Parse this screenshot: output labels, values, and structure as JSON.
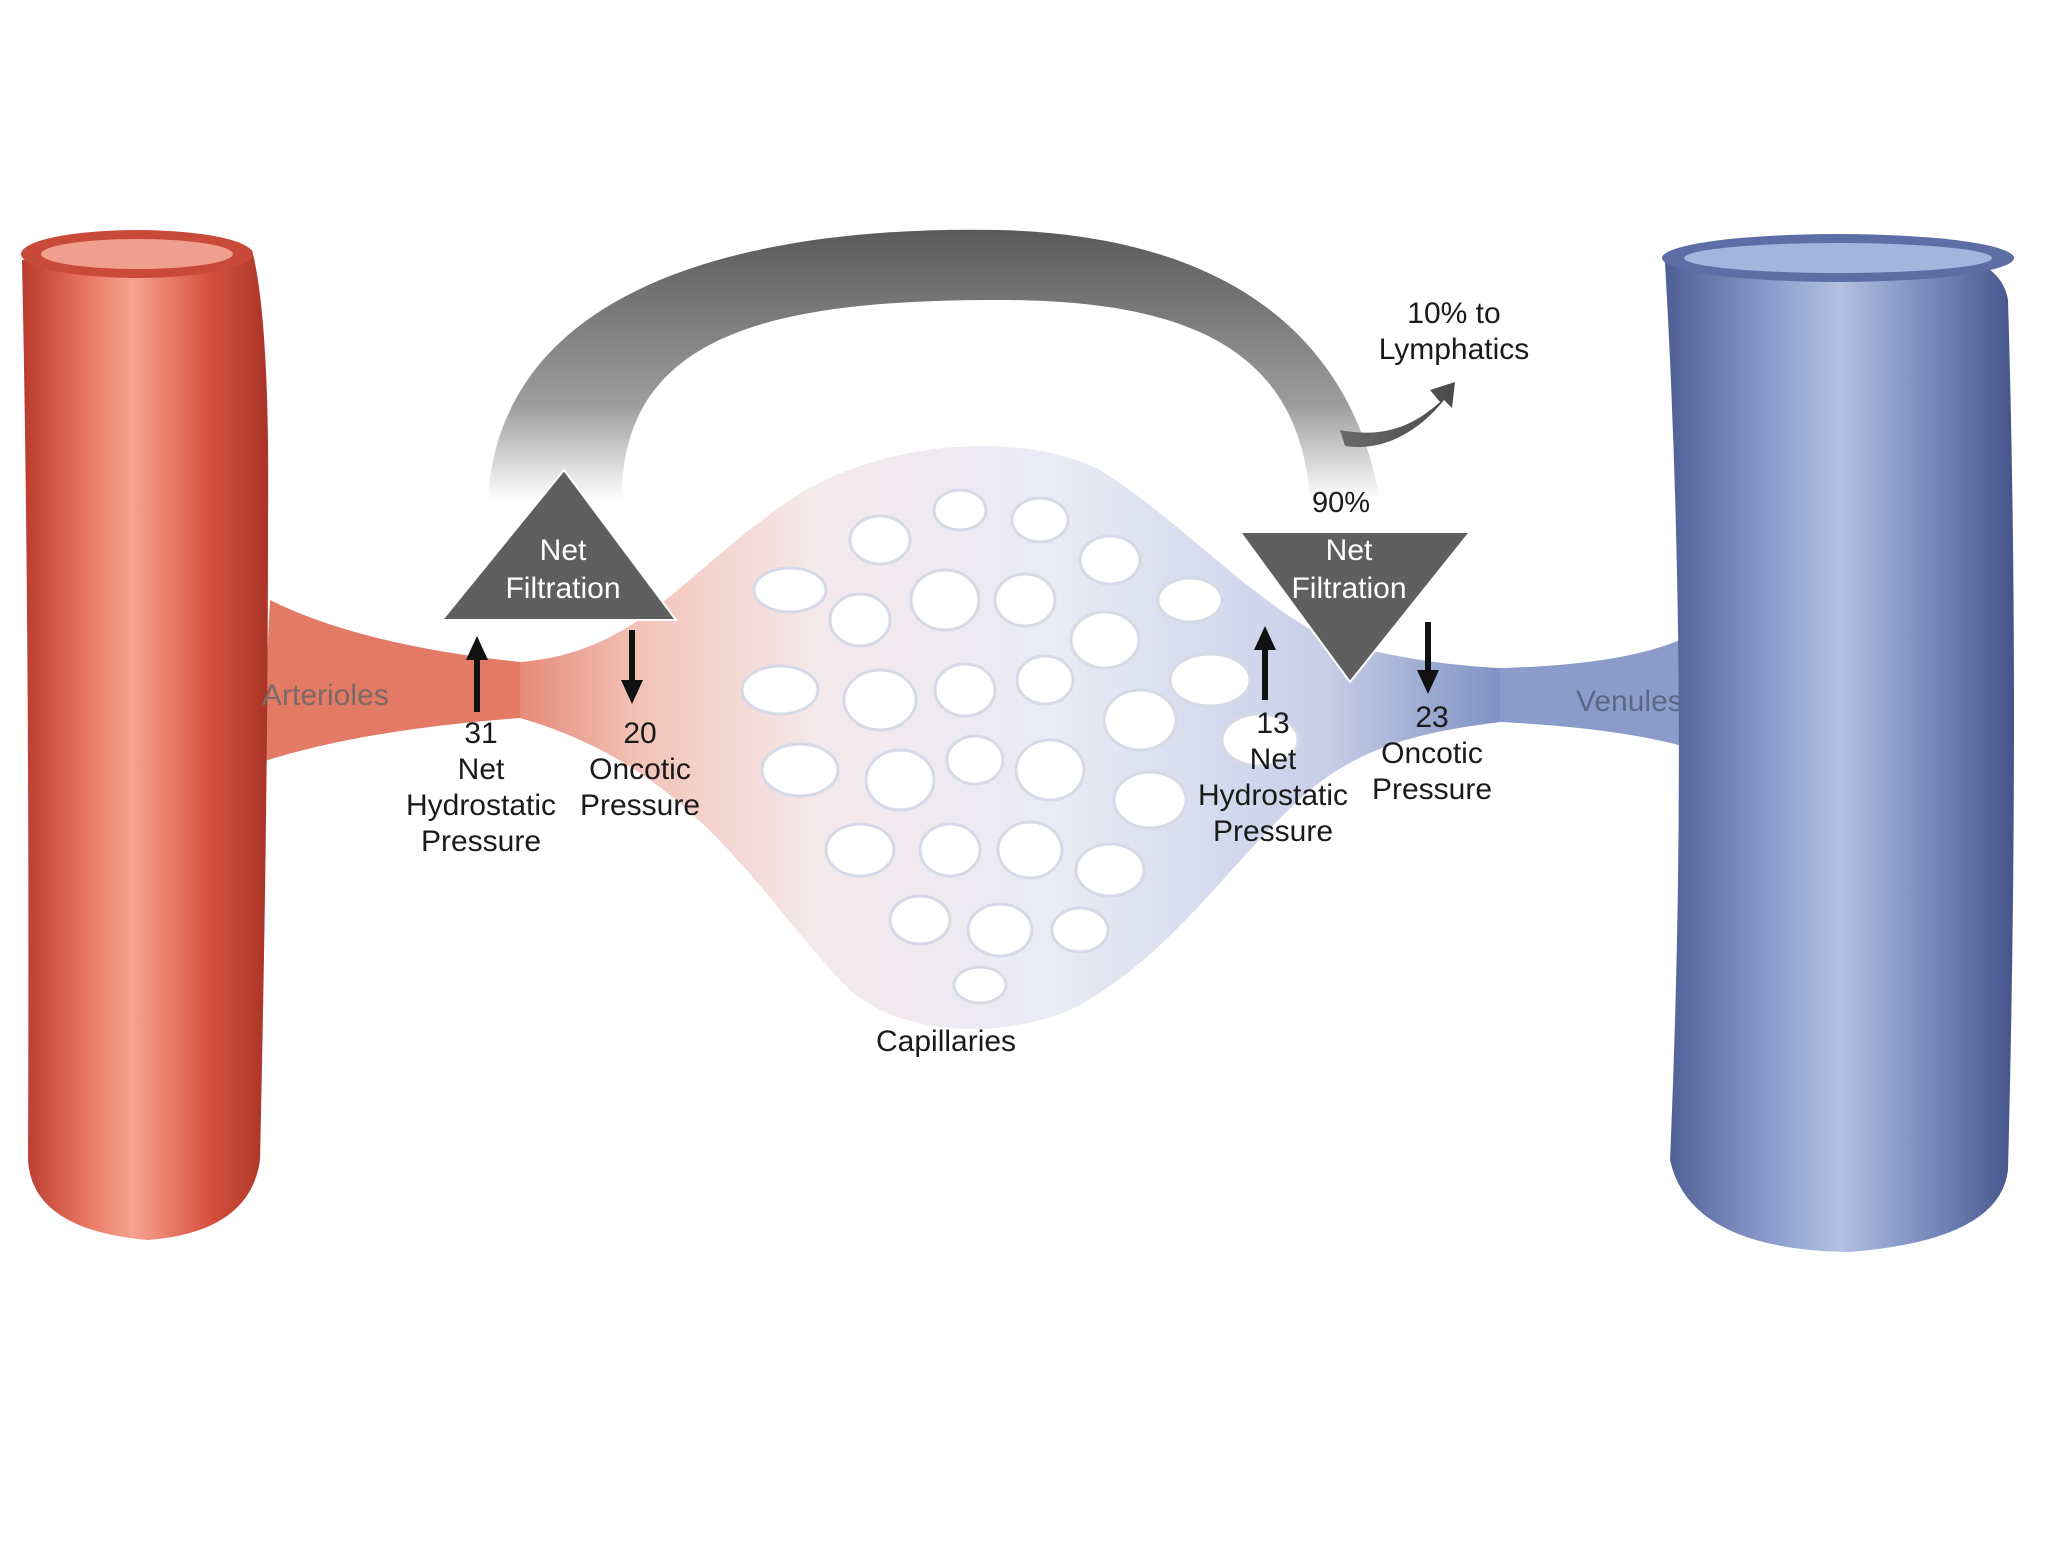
{
  "labels": {
    "arterioles": "Arterioles",
    "venules": "Venules",
    "capillaries": "Capillaries",
    "lymphatics_line1": "10% to",
    "lymphatics_line2": "Lymphatics",
    "reabsorbed_pct": "90%"
  },
  "arterial_end": {
    "filtration_line1": "Net",
    "filtration_line2": "Filtration",
    "hydrostatic_value": "31",
    "hydrostatic_line1": "Net",
    "hydrostatic_line2": "Hydrostatic",
    "hydrostatic_line3": "Pressure",
    "oncotic_value": "20",
    "oncotic_line1": "Oncotic",
    "oncotic_line2": "Pressure"
  },
  "venous_end": {
    "filtration_line1": "Net",
    "filtration_line2": "Filtration",
    "hydrostatic_value": "13",
    "hydrostatic_line1": "Net",
    "hydrostatic_line2": "Hydrostatic",
    "hydrostatic_line3": "Pressure",
    "oncotic_value": "23",
    "oncotic_line1": "Oncotic",
    "oncotic_line2": "Pressure"
  },
  "icons": {
    "filtration_out": "triangle-up-icon",
    "filtration_in": "triangle-down-icon",
    "pressure_up": "arrow-up-icon",
    "pressure_down": "arrow-down-icon"
  },
  "colors": {
    "artery": "#d9533f",
    "vein": "#6f81b7",
    "flow_arrow": "#5c5c5c",
    "capillary_bed": "#e9ebf3"
  }
}
